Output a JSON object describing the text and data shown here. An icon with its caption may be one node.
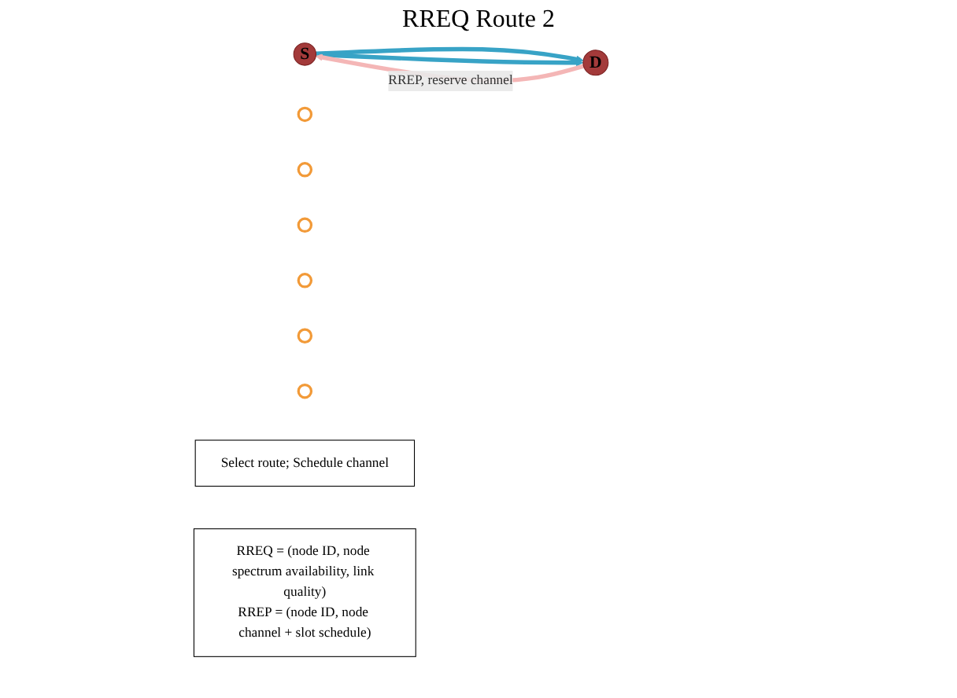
{
  "diagram": {
    "nodes": [
      {
        "text": [
          "S"
        ]
      },
      {
        "text": [
          "D"
        ]
      },
      {
        "text": [],
        "shape": "circle"
      },
      {
        "text": [],
        "shape": "circle"
      },
      {
        "text": [],
        "shape": "circle"
      },
      {
        "text": [],
        "shape": "circle"
      },
      {
        "text": [],
        "shape": "circle"
      },
      {
        "text": [],
        "shape": "circle"
      },
      {
        "text": [
          "Select route; Schedule channel"
        ]
      },
      {
        "text": [
          "RREQ = (node ID, node spectrum availability, link quality)",
          "RREP = (node ID, node channel + slot schedule)"
        ]
      }
    ],
    "edges": [
      {
        "from": 0,
        "to": 1,
        "arrow": "to"
      },
      {
        "from": 0,
        "to": 1,
        "arrow": "to"
      },
      {
        "from": 1,
        "to": 0,
        "arrow": "to",
        "label": "RREP, reserve channel",
        "color": "#f4b6b6"
      }
    ],
    "labels": [
      "RREQ Route 2"
    ]
  }
}
